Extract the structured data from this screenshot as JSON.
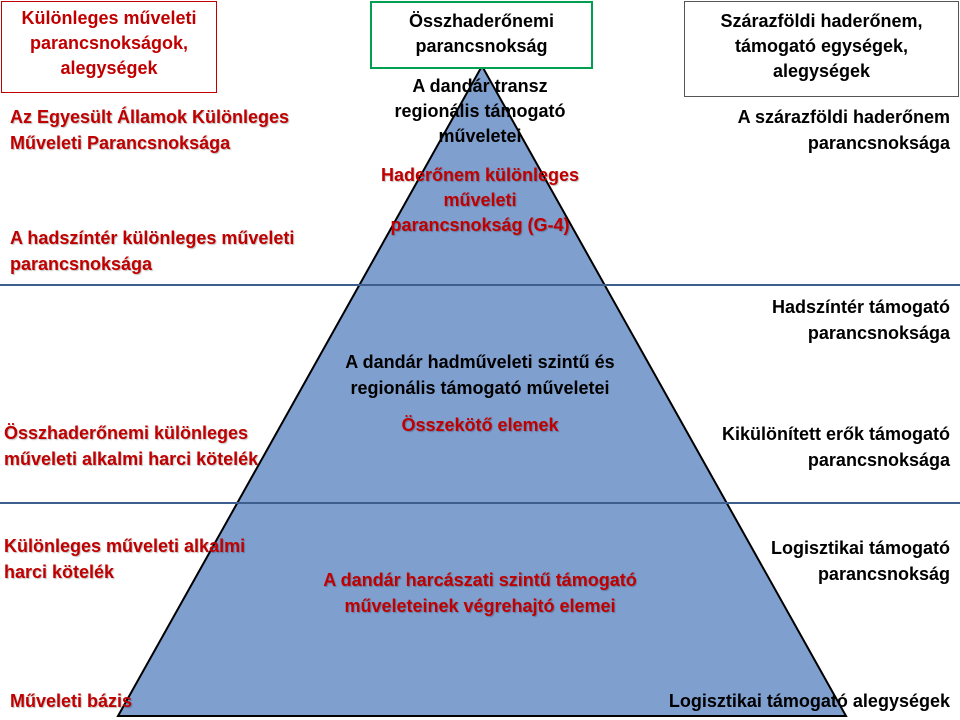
{
  "header": {
    "left_box": [
      "Különleges műveleti",
      "parancsnokságok,",
      "alegységek"
    ],
    "center_box": [
      "Összhaderőnemi",
      "parancsnokság"
    ],
    "right_box": [
      "Szárazföldi haderőnem,",
      "támogató egységek,",
      "alegységek"
    ]
  },
  "left_column": {
    "item1": [
      "Az Egyesült Államok Különleges",
      "Műveleti  Parancsnoksága"
    ],
    "item2": [
      "A hadszíntér különleges műveleti",
      "parancsnoksága"
    ],
    "item3": [
      "Összhaderőnemi különleges",
      "műveleti alkalmi harci kötelék"
    ],
    "item4": [
      "Különleges műveleti alkalmi",
      "harci kötelék"
    ],
    "item5": [
      "Műveleti bázis"
    ]
  },
  "right_column": {
    "item1": [
      "A szárazföldi haderőnem",
      "parancsnoksága"
    ],
    "item2": [
      "Hadszíntér támogató",
      "parancsnoksága"
    ],
    "item3": [
      "Kikülönített erők támogató",
      "parancsnoksága"
    ],
    "item4": [
      "Logisztikai támogató",
      "parancsnokság"
    ],
    "item5": [
      "Logisztikai támogató alegységek"
    ]
  },
  "pyramid": {
    "top_black": [
      "A dandár transz",
      "regionális támogató",
      "műveletei"
    ],
    "top_red": [
      "Haderőnem különleges",
      "műveleti",
      "parancsnokság (G-4)"
    ],
    "middle_black": [
      "A dandár hadműveleti szintű és",
      "regionális támogató műveletei"
    ],
    "middle_red": [
      "Összekötő elemek"
    ],
    "bottom_red": [
      "A dandár harcászati szintű támogató",
      "műveleteinek végrehajtó elemei"
    ]
  },
  "colors": {
    "pyramid_fill": "#7f9fcf",
    "pyramid_outline": "#000000",
    "divider": "#3e5f8e",
    "red_text": "#c00000",
    "left_box_border": "#c00000",
    "center_box_border": "#00a050",
    "right_box_border": "#555555"
  }
}
